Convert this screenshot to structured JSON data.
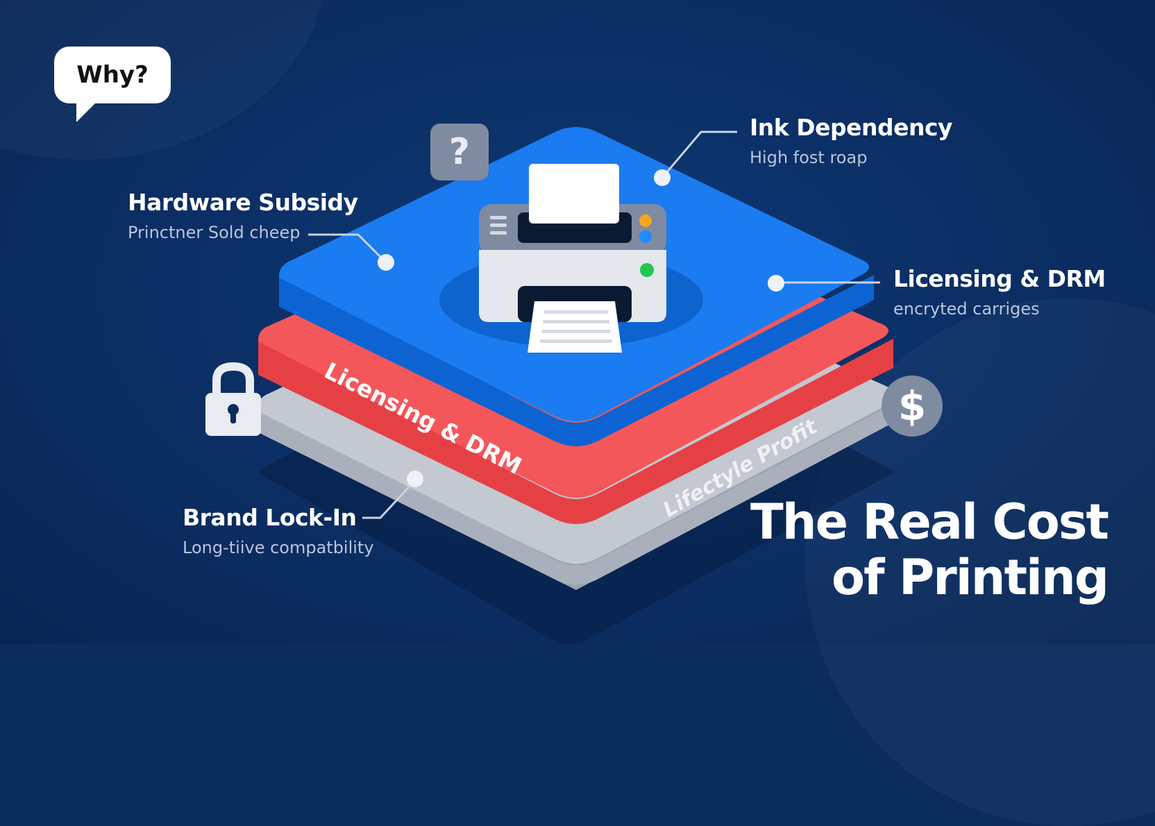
{
  "bubble": {
    "text": "Why?"
  },
  "callouts": [
    {
      "id": "ink",
      "title": "Ink Dependency",
      "subtitle": "High fost roap"
    },
    {
      "id": "hardware",
      "title": "Hardware Subsidy",
      "subtitle": "Princtner Sold cheep"
    },
    {
      "id": "licensing",
      "title": "Licensing & DRM",
      "subtitle": "encryted carriges"
    },
    {
      "id": "brand",
      "title": "Brand Lock-In",
      "subtitle": "Long-tiive compatbility"
    }
  ],
  "layers": {
    "red_label": "Licensing & DRM",
    "gray_label": "Lifectyle Profit"
  },
  "icons": {
    "question": "?",
    "dollar": "$"
  },
  "title": {
    "line1": "The Real Cost",
    "line2": "of Printing"
  },
  "colors": {
    "background": "#0b2d5e",
    "top_layer": "#1a7cf0",
    "middle_layer": "#f15153",
    "bottom_layer": "#c3c8d1",
    "icon_gray": "#7f8ba0"
  }
}
